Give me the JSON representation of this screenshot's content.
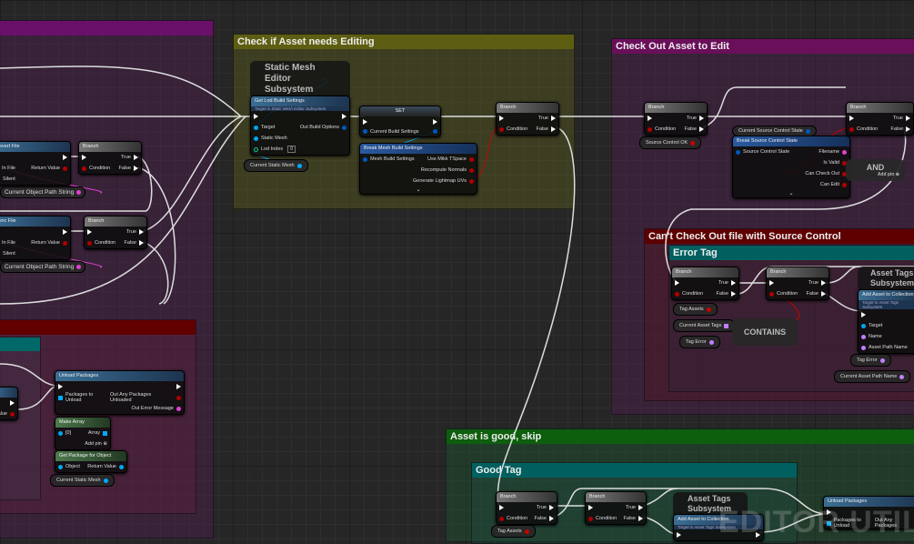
{
  "comments": {
    "left_top": "",
    "check_edit": "Check if Asset needs Editing",
    "check_out": "Check Out Asset to Edit",
    "cant_check_out": "Can't Check Out file with Source Control",
    "error_tag": "Error Tag",
    "left_red": "",
    "asset_good": "Asset is good, skip",
    "good_tag": "Good Tag"
  },
  "colors": {
    "exec": "#ffffff",
    "bool": "#b00000",
    "object": "#00a8f0",
    "string": "#e040d0",
    "name": "#c080ff",
    "struct": "#0058c0"
  },
  "watermark": "EDITOR UTILITY",
  "nodes": {
    "revert_file": {
      "title": "Revert File",
      "kind": "fn",
      "in": [
        [
          "",
          "exec"
        ],
        [
          "In File",
          "string"
        ],
        [
          "Silent",
          "check"
        ]
      ],
      "out": [
        [
          "",
          "exec"
        ],
        [
          "Return Value",
          "bool"
        ],
        [
          "",
          ""
        ]
      ]
    },
    "branch1": {
      "title": "Branch",
      "kind": "branch",
      "in": [
        [
          "",
          "exec"
        ],
        [
          "Condition",
          "bool"
        ]
      ],
      "out": [
        [
          "True",
          "exec"
        ],
        [
          "False",
          "exec"
        ]
      ]
    },
    "sync_file": {
      "title": "Sync File",
      "kind": "fn",
      "in": [
        [
          "",
          "exec"
        ],
        [
          "In File",
          "string"
        ],
        [
          "Silent",
          "check"
        ]
      ],
      "out": [
        [
          "",
          "exec"
        ],
        [
          "Return Value",
          "bool"
        ],
        [
          "",
          ""
        ]
      ]
    },
    "branch2": {
      "title": "Branch",
      "kind": "branch",
      "in": [
        [
          "",
          "exec"
        ],
        [
          "Condition",
          "bool"
        ]
      ],
      "out": [
        [
          "True",
          "exec"
        ],
        [
          "False",
          "exec"
        ]
      ]
    },
    "get_lod": {
      "title": "Get Lod Build Settings",
      "sub": "Target is Static Mesh Editor Subsystem",
      "kind": "fn",
      "in": [
        [
          "",
          "exec"
        ],
        [
          "Target",
          "object"
        ],
        [
          "Static Mesh",
          "object"
        ],
        [
          "Lod Index",
          "int"
        ]
      ],
      "out": [
        [
          "",
          "exec"
        ],
        [
          "Out Build Options",
          "struct"
        ],
        [
          "",
          ""
        ],
        [
          "",
          ""
        ]
      ],
      "lod_value": "0"
    },
    "set": {
      "title": "SET",
      "kind": "set",
      "in": [
        [
          "",
          "exec"
        ],
        [
          "Current Build Settings",
          "struct"
        ]
      ],
      "out": [
        [
          "",
          "exec"
        ],
        [
          "",
          "struct"
        ]
      ]
    },
    "break_mesh": {
      "title": "Break Mesh Build Settings",
      "kind": "brk",
      "in": [
        [
          "Mesh Build Settings",
          "struct"
        ],
        [
          "",
          ""
        ],
        [
          "",
          ""
        ]
      ],
      "out": [
        [
          "Use Mikk TSpace",
          "bool"
        ],
        [
          "Recompute Normals",
          "bool"
        ],
        [
          "Generate Lightmap UVs",
          "bool"
        ]
      ]
    },
    "branch3": {
      "title": "Branch",
      "kind": "branch",
      "in": [
        [
          "",
          "exec"
        ],
        [
          "Condition",
          "bool"
        ]
      ],
      "out": [
        [
          "True",
          "exec"
        ],
        [
          "False",
          "exec"
        ]
      ]
    },
    "branch4": {
      "title": "Branch",
      "kind": "branch",
      "in": [
        [
          "",
          "exec"
        ],
        [
          "Condition",
          "bool"
        ]
      ],
      "out": [
        [
          "True",
          "exec"
        ],
        [
          "False",
          "exec"
        ]
      ]
    },
    "break_sc": {
      "title": "Break Source Control State",
      "kind": "brk",
      "in": [
        [
          "Source Control State",
          "struct"
        ],
        [
          "",
          ""
        ],
        [
          "",
          ""
        ],
        [
          "",
          ""
        ]
      ],
      "out": [
        [
          "Filename",
          "string"
        ],
        [
          "Is Valid",
          "bool"
        ],
        [
          "Can Check Out",
          "bool"
        ],
        [
          "Can Edit",
          "bool"
        ]
      ]
    },
    "branch5": {
      "title": "Branch",
      "kind": "branch",
      "in": [
        [
          "",
          "exec"
        ],
        [
          "Condition",
          "bool"
        ]
      ],
      "out": [
        [
          "True",
          "exec"
        ],
        [
          "False",
          "exec"
        ]
      ]
    },
    "branch6": {
      "title": "Branch",
      "kind": "branch",
      "in": [
        [
          "",
          "exec"
        ],
        [
          "Condition",
          "bool"
        ]
      ],
      "out": [
        [
          "True",
          "exec"
        ],
        [
          "False",
          "exec"
        ]
      ]
    },
    "branch7": {
      "title": "Branch",
      "kind": "branch",
      "in": [
        [
          "",
          "exec"
        ],
        [
          "Condition",
          "bool"
        ]
      ],
      "out": [
        [
          "True",
          "exec"
        ],
        [
          "False",
          "exec"
        ]
      ]
    },
    "add_asset1": {
      "title": "Add Asset to Collection",
      "sub": "Target is Asset Tags Subsystem",
      "kind": "fn",
      "in": [
        [
          "",
          "exec"
        ],
        [
          "Target",
          "object"
        ],
        [
          "Name",
          "name"
        ],
        [
          "Asset Path Name",
          "name"
        ]
      ],
      "out": []
    },
    "unload1": {
      "title": "Unload Packages",
      "kind": "fn",
      "in": [
        [
          "",
          "exec"
        ],
        [
          "Packages to Unload",
          "array"
        ],
        [
          "",
          ""
        ]
      ],
      "out": [
        [
          "",
          "exec"
        ],
        [
          "Out Any Packages Unloaded",
          "bool"
        ],
        [
          "Out Error Message",
          "string"
        ]
      ]
    },
    "make_array": {
      "title": "Make Array",
      "kind": "pure",
      "in": [
        [
          "[0]",
          "object"
        ],
        [
          "",
          ""
        ]
      ],
      "out": [
        [
          "Array",
          "array"
        ],
        [
          "Add pin ⊕",
          ""
        ]
      ]
    },
    "get_package": {
      "title": "Get Package for Object",
      "kind": "pure",
      "in": [
        [
          "Object",
          "object"
        ]
      ],
      "out": [
        [
          "Return Value",
          "object"
        ]
      ]
    },
    "branch8": {
      "title": "Branch",
      "kind": "branch",
      "in": [
        [
          "",
          "exec"
        ],
        [
          "Condition",
          "bool"
        ]
      ],
      "out": [
        [
          "True",
          "exec"
        ],
        [
          "False",
          "exec"
        ]
      ]
    },
    "branch9": {
      "title": "Branch",
      "kind": "branch",
      "in": [
        [
          "",
          "exec"
        ],
        [
          "Condition",
          "bool"
        ]
      ],
      "out": [
        [
          "True",
          "exec"
        ],
        [
          "False",
          "exec"
        ]
      ]
    },
    "add_asset2": {
      "title": "Add Asset to Collection",
      "sub": "Target is Asset Tags Subsystem",
      "kind": "fn",
      "in": [
        [
          "",
          "exec"
        ]
      ],
      "out": [
        [
          "",
          "exec"
        ]
      ]
    },
    "unload2": {
      "title": "Unload Packages",
      "kind": "fn",
      "in": [
        [
          "",
          "exec"
        ],
        [
          "Packages to Unload",
          "array"
        ]
      ],
      "out": [
        [
          "",
          "exec"
        ],
        [
          "Out Any Packages",
          "bool"
        ]
      ]
    },
    "partial": {
      "title": "",
      "kind": "fn",
      "in": [
        [
          "",
          ""
        ],
        [
          "",
          ""
        ]
      ],
      "out": [
        [
          "",
          "exec"
        ],
        [
          "alue",
          "bool"
        ]
      ]
    }
  },
  "vars": {
    "cops1": "Current Object Path String",
    "cops2": "Current Object Path String",
    "csm1": "Current Static Mesh",
    "csm2": "Current Static Mesh",
    "sc_ok": "Source Control OK",
    "cscs": "Current Source Control State",
    "tag_assets1": "Tag Assets",
    "cat": "Current Asset Tags",
    "tag_error1": "Tag Error",
    "tag_error2": "Tag Error",
    "capn": "Current Asset Path Name",
    "tag_assets2": "Tag Assets"
  },
  "big": {
    "smes": "Static Mesh Editor Subsystem",
    "ats1": "Asset Tags Subsystem",
    "ats2": "Asset Tags Subsystem"
  },
  "and_node": {
    "title": "AND",
    "add_pin": "Add pin ⊕"
  },
  "contains": "CONTAINS"
}
